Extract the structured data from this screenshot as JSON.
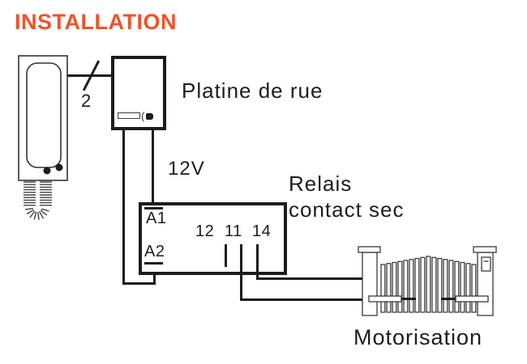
{
  "title": "INSTALLATION",
  "colors": {
    "accent": "#F0522A",
    "line": "#1C1C1C",
    "text": "#1D1D1B"
  },
  "diagram": {
    "handset_wire_count": "2",
    "street_plate_label": "Platine de rue",
    "supply_label": "12V",
    "relay_label_line1": "Relais",
    "relay_label_line2": "contact sec",
    "motorisation_label": "Motorisation",
    "relay_terminals": {
      "coil_plus": "A1",
      "coil_minus": "A2",
      "nc": "12",
      "com": "11",
      "no": "14"
    }
  }
}
